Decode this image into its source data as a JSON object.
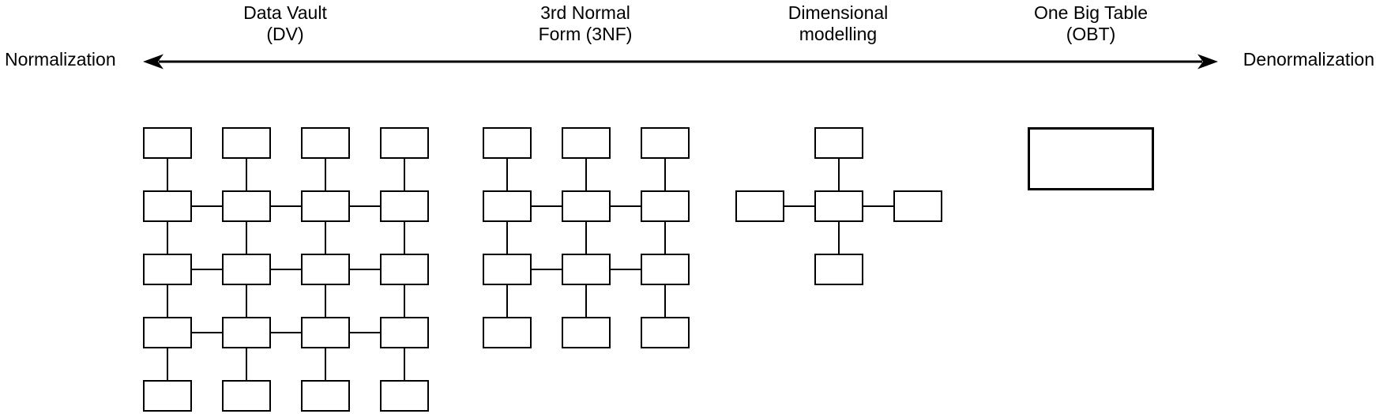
{
  "canvas": {
    "background": "#ffffff",
    "stroke_color": "#000000",
    "text_color": "#000000"
  },
  "axis": {
    "left_label": "Normalization",
    "right_label": "Denormalization",
    "style": "double-headed-arrow"
  },
  "approaches": [
    {
      "name": "Data Vault (DV)",
      "title": [
        "Data Vault",
        "(DV)"
      ],
      "diagram": {
        "type": "grid",
        "columns": 4,
        "rows": 5,
        "horizontal_link_rows": [
          2,
          3,
          4
        ],
        "vertical_links": "all-adjacent-rows",
        "box_count": 20
      }
    },
    {
      "name": "3rd Normal Form (3NF)",
      "title": [
        "3rd Normal",
        "Form (3NF)"
      ],
      "diagram": {
        "type": "grid",
        "columns": 3,
        "rows": 4,
        "horizontal_link_rows": [
          2,
          3
        ],
        "vertical_links": "all-adjacent-rows",
        "box_count": 12
      }
    },
    {
      "name": "Dimensional modelling",
      "title": [
        "Dimensional",
        "modelling"
      ],
      "diagram": {
        "type": "star",
        "center_boxes": 1,
        "satellites": [
          "top",
          "left",
          "right",
          "bottom"
        ],
        "box_count": 5
      }
    },
    {
      "name": "One Big Table (OBT)",
      "title": [
        "One Big Table",
        "(OBT)"
      ],
      "diagram": {
        "type": "single_table",
        "box_count": 1
      }
    }
  ]
}
